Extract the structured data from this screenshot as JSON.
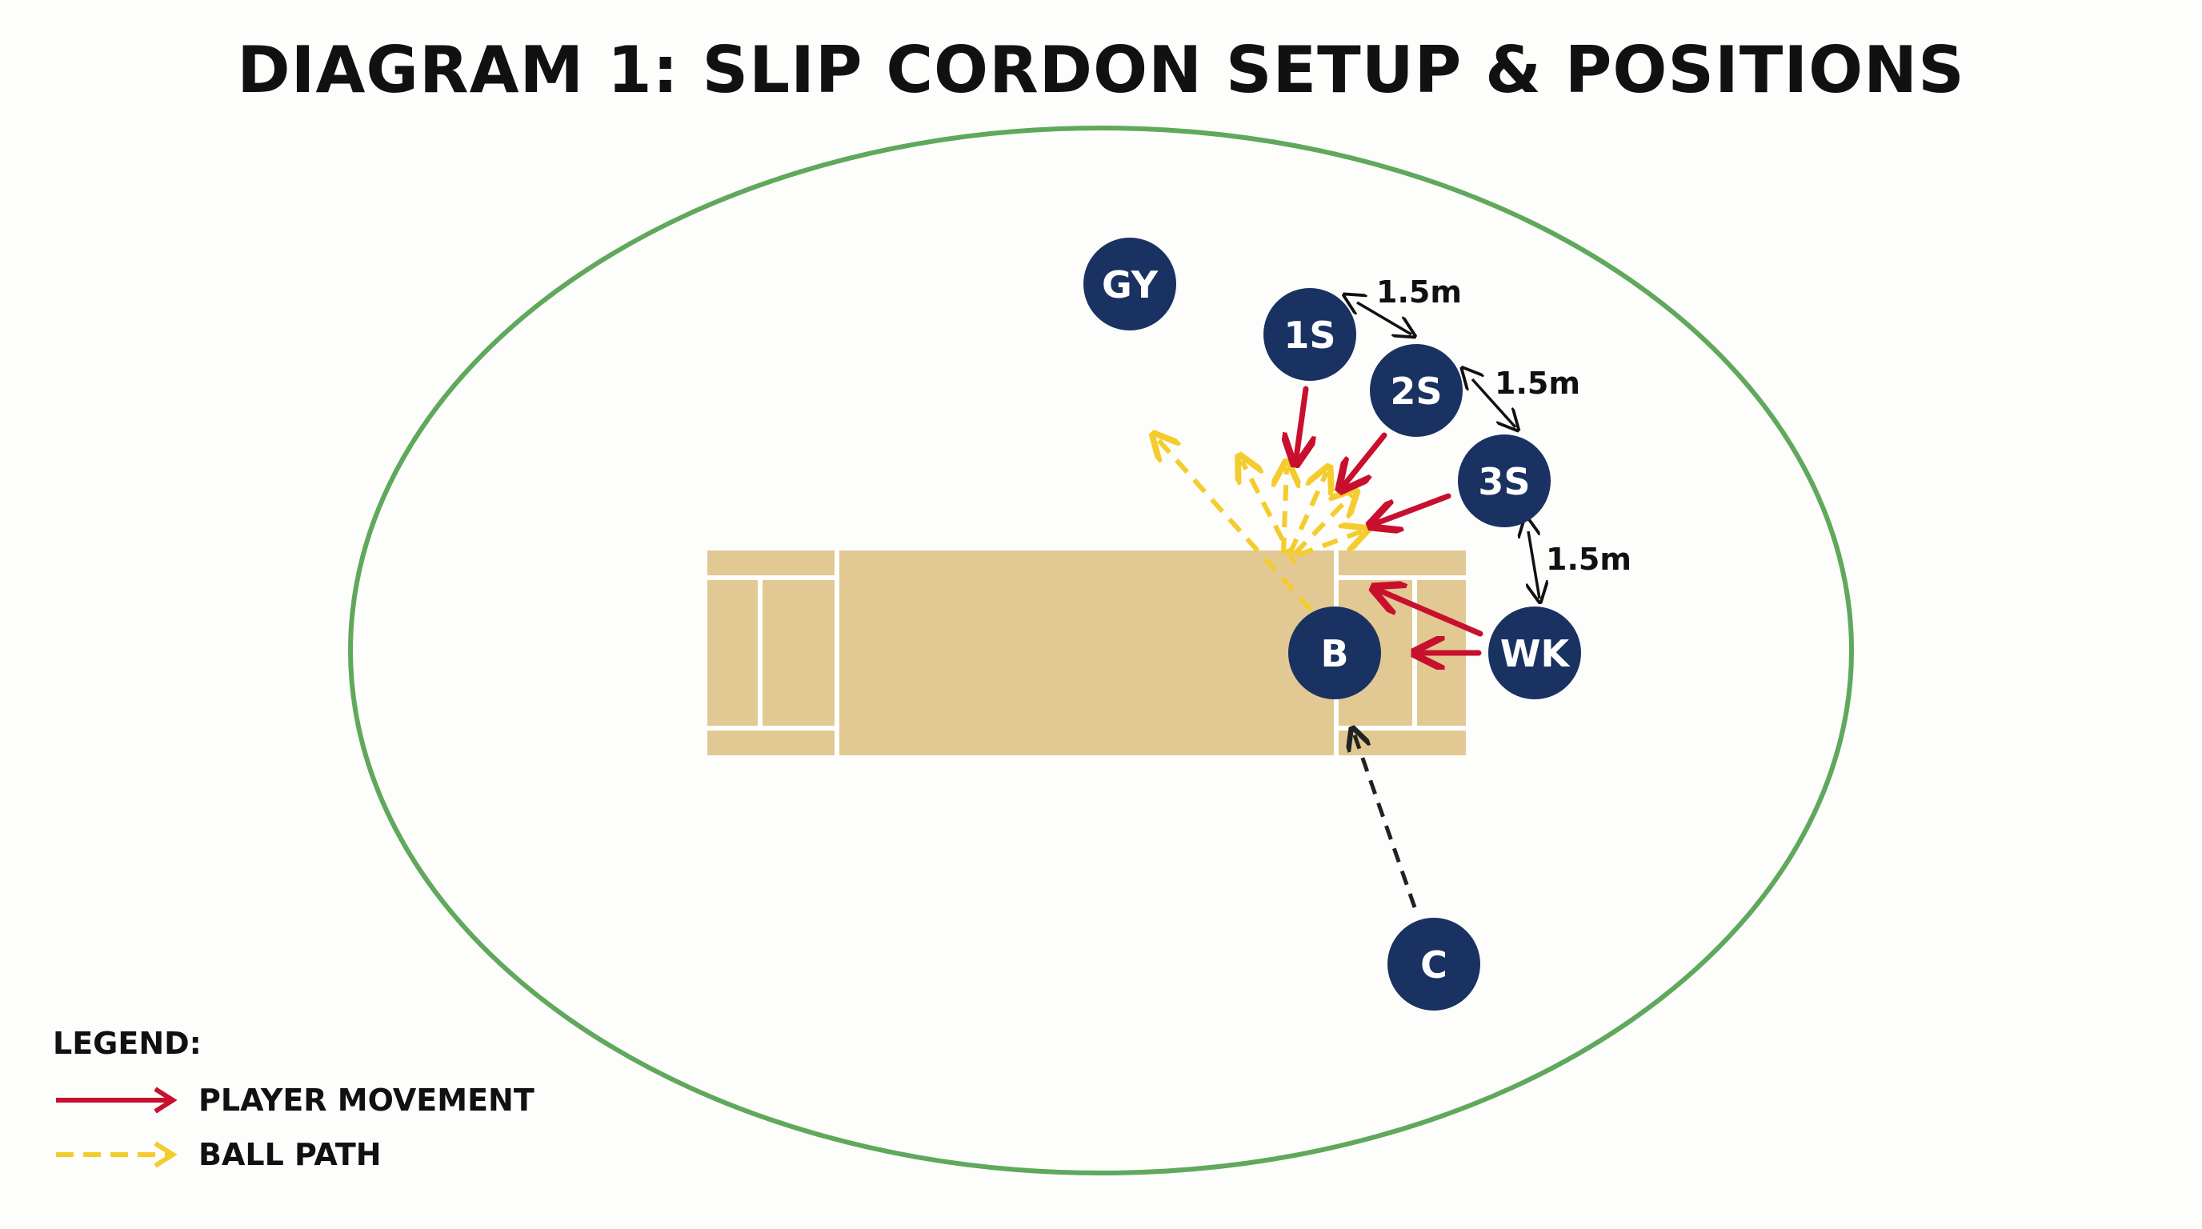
{
  "title": "DIAGRAM 1: SLIP CORDON SETUP & POSITIONS",
  "colors": {
    "boundary": "#5fa85c",
    "pitch": "#e2c994",
    "crease": "#ffffff",
    "player": "#1a3261",
    "player_text": "#ffffff",
    "player_movement": "#c8102e",
    "ball_path": "#f5cc2e",
    "bowler_run": "#222222",
    "spacing_arrow": "#111111"
  },
  "players": [
    {
      "id": "gy",
      "label": "GY"
    },
    {
      "id": "1s",
      "label": "1S"
    },
    {
      "id": "2s",
      "label": "2S"
    },
    {
      "id": "3s",
      "label": "3S"
    },
    {
      "id": "b",
      "label": "B"
    },
    {
      "id": "wk",
      "label": "WK"
    },
    {
      "id": "c",
      "label": "C"
    }
  ],
  "spacing_labels": [
    {
      "id": "1s-2s",
      "text": "1.5m"
    },
    {
      "id": "2s-3s",
      "text": "1.5m"
    },
    {
      "id": "3s-wk",
      "text": "1.5m"
    }
  ],
  "legend": {
    "title": "LEGEND:",
    "items": [
      {
        "id": "player-movement",
        "label": "PLAYER MOVEMENT",
        "style": "solid-red-arrow"
      },
      {
        "id": "ball-path",
        "label": "BALL PATH",
        "style": "dashed-yellow-arrow"
      }
    ]
  }
}
